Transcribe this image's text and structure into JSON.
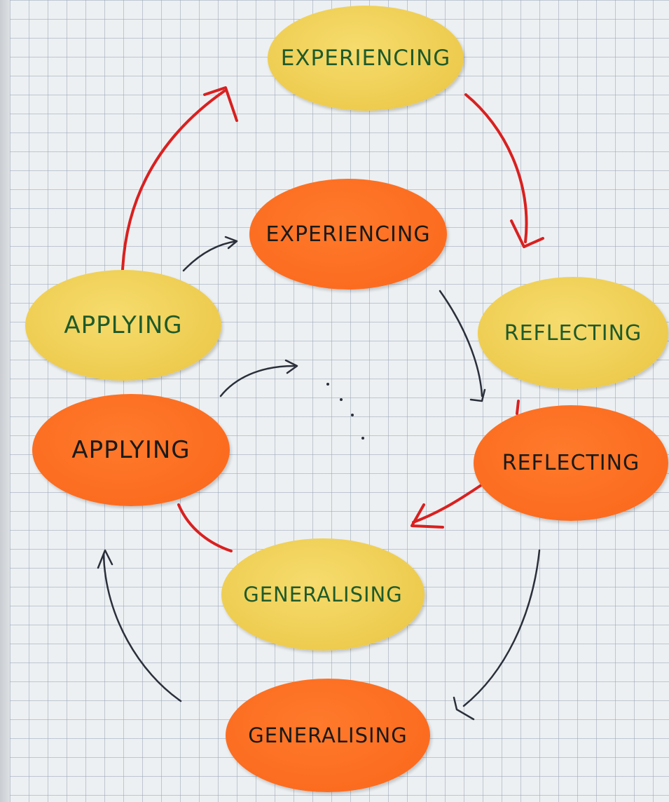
{
  "cycle_outer": {
    "experiencing": "EXPERIENCING",
    "reflecting": "REFLECTING",
    "generalising": "GENERALISING",
    "applying": "APPLYING"
  },
  "cycle_inner": {
    "experiencing": "EXPERIENCING",
    "reflecting": "REFLECTING",
    "generalising": "GENERALISING",
    "applying": "APPLYING"
  },
  "colors": {
    "outer_oval": "#ecc94a",
    "inner_oval": "#fb6a1e",
    "outer_arrow": "#d92020",
    "inner_arrow": "#2a2f3a",
    "outer_text": "#1f5a2a",
    "inner_text": "#1a1a1a"
  }
}
